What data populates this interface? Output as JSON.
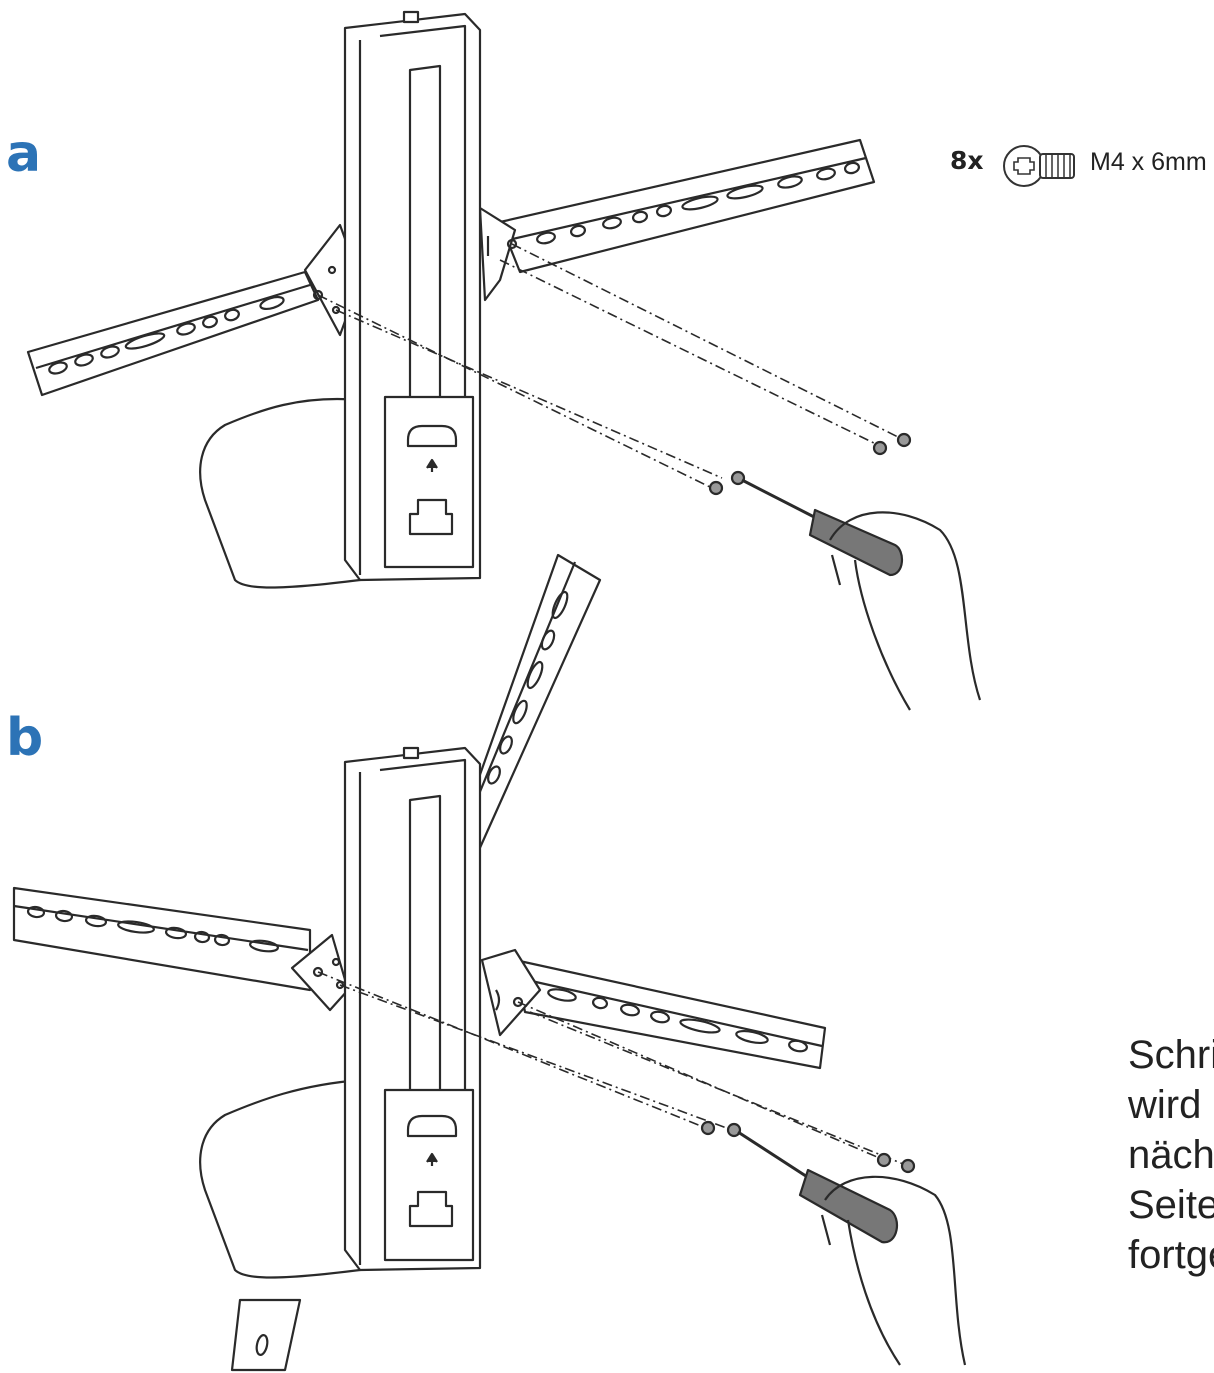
{
  "steps": {
    "a": {
      "label": "a"
    },
    "b": {
      "label": "b"
    }
  },
  "hardware": {
    "quantity": "8x",
    "spec": "M4 x 6mm",
    "icon": "screw-icon"
  },
  "note": {
    "lines": [
      "Schri",
      "wird a",
      "nächs",
      "Seite",
      "fortge"
    ]
  },
  "colors": {
    "step_label": "#2c73b6",
    "line": "#2a2a2a",
    "handle": "#777777"
  }
}
